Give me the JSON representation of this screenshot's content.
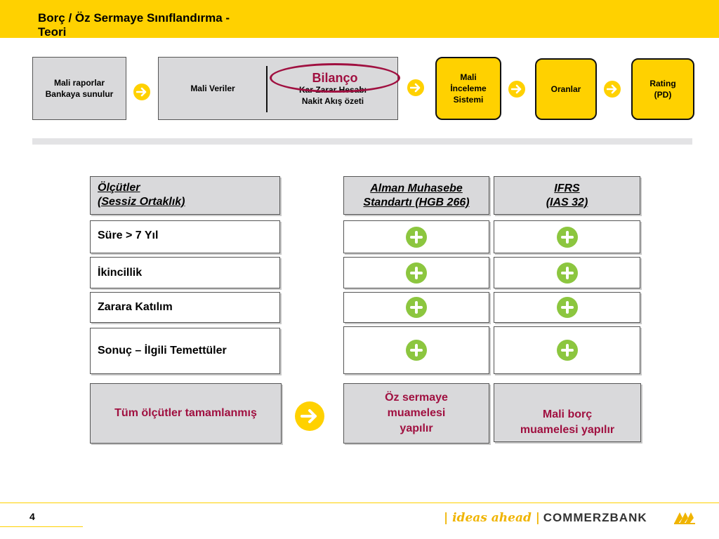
{
  "header": {
    "title": "Borç / Öz Sermaye Sınıflandırma  -\nTeori"
  },
  "flow": {
    "box1": "Mali raporlar\nBankaya sunulur",
    "box2_left": "Mali Veriler",
    "box2_highlight": "Bilanço",
    "box2_right": "Kar Zarar Hesabı\nNakit Akış özeti",
    "box3": "Mali\nİnceleme\nSistemi",
    "box4": "Oranlar",
    "box5": "Rating\n(PD)"
  },
  "table": {
    "headers": {
      "criteria": "Ölçütler\n(Sessiz Ortaklık)",
      "hgb": "Alman Muhasebe\nStandartı (HGB 266)",
      "ifrs": "IFRS\n(IAS 32)"
    },
    "rows": [
      {
        "label": "Süre > 7 Yıl",
        "hgb": "+",
        "ifrs": "+"
      },
      {
        "label": "İkincillik",
        "hgb": "+",
        "ifrs": "+"
      },
      {
        "label": "Zarara Katılım",
        "hgb": "+",
        "ifrs": "+"
      },
      {
        "label": "Sonuç – İlgili Temettüler",
        "hgb": "+",
        "ifrs": "+"
      }
    ],
    "conclusion": {
      "label": "Tüm ölçütler tamamlanmış",
      "hgb": "Öz sermaye\nmuamelesi\nyapılır",
      "ifrs": "Mali borç\nmuamelesi yapılır"
    }
  },
  "footer": {
    "page": "4",
    "slogan": "| ideas ahead |",
    "brand": "COMMERZBANK"
  },
  "colors": {
    "brand_yellow": "#ffd100",
    "plus_green": "#8cc63f",
    "highlight_red": "#a01040"
  }
}
